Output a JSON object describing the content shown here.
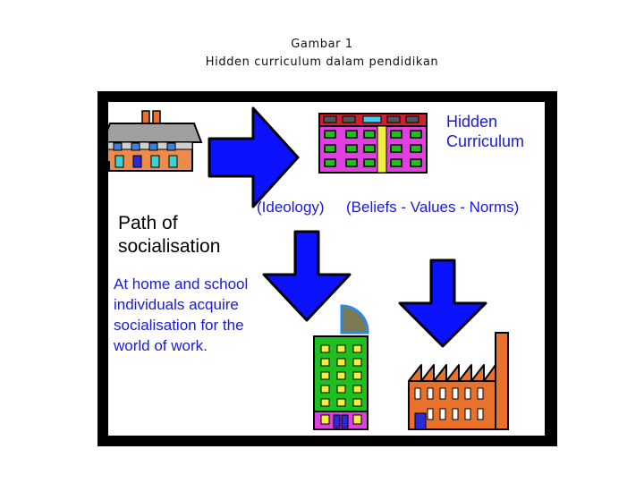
{
  "caption": {
    "line1": "Gambar 1",
    "line2": "Hidden curriculum dalam pendidikan"
  },
  "diagram": {
    "hidden_curriculum": [
      "Hidden",
      "Curriculum"
    ],
    "ideology_label": "(Ideology)",
    "beliefs_label": "(Beliefs - Values - Norms)",
    "path_title": [
      "Path of",
      "socialisation"
    ],
    "description": [
      "At home and school",
      "individuals acquire",
      "socialisation for the",
      "world of work."
    ]
  },
  "colors": {
    "arrow": "#0a12ff",
    "text_blue": "#1a1ad8",
    "frame": "#000000"
  },
  "icons": [
    "house-icon",
    "school-building-icon",
    "apartment-tower-icon",
    "factory-icon",
    "arrow-right-icon",
    "arrow-down-icon"
  ]
}
